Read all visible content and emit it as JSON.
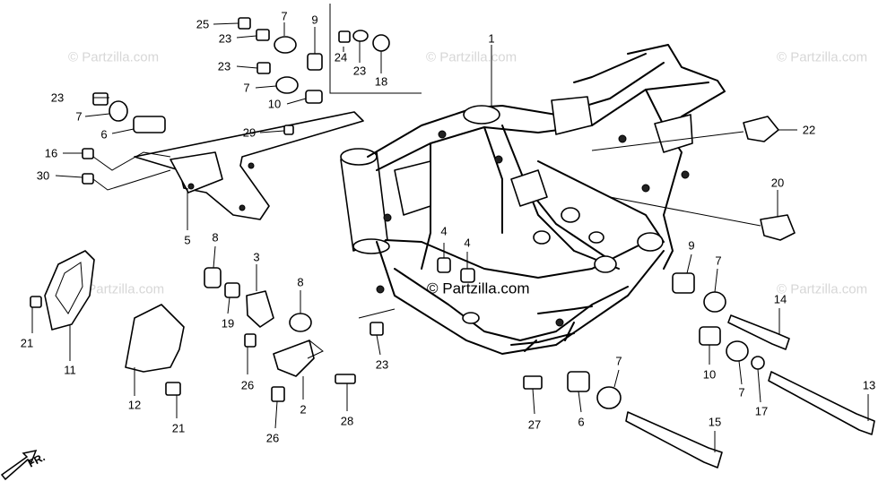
{
  "watermark": "© Partzilla.com",
  "watermark_main": "© Partzilla.com",
  "direction_label": "FR.",
  "callouts": {
    "c1": "1",
    "c2": "2",
    "c3": "3",
    "c4a": "4",
    "c4b": "4",
    "c5": "5",
    "c6a": "6",
    "c6b": "6",
    "c7a": "7",
    "c7b": "7",
    "c7c": "7",
    "c7d": "7",
    "c7e": "7",
    "c7f": "7",
    "c8a": "8",
    "c8b": "8",
    "c9a": "9",
    "c9b": "9",
    "c10a": "10",
    "c10b": "10",
    "c11": "11",
    "c12": "12",
    "c13": "13",
    "c14": "14",
    "c15": "15",
    "c16": "16",
    "c17": "17",
    "c18": "18",
    "c19": "19",
    "c20": "20",
    "c21a": "21",
    "c21b": "21",
    "c22": "22",
    "c23a": "23",
    "c23b": "23",
    "c23c": "23",
    "c23d": "23",
    "c23e": "23",
    "c24": "24",
    "c25": "25",
    "c26a": "26",
    "c26b": "26",
    "c27": "27",
    "c28": "28",
    "c29": "29",
    "c30": "30"
  }
}
